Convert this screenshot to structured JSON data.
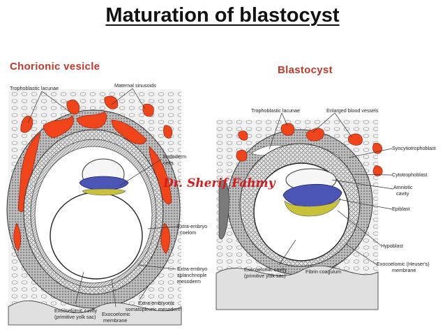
{
  "title": "Maturation of blastocyst",
  "left_panel": {
    "heading": "Chorionic vesicle",
    "labels": {
      "trophoblastic_lacunae": "Trophoblastic lacunae",
      "maternal_sinusoids": "Maternal sinusoids",
      "endoderm_cells_1": "Endoderm",
      "endoderm_cells_2": "cells",
      "extra_embryonic_coelom_1": "Extra-embryo",
      "extra_embryonic_coelom_2": "coelom",
      "extra_embryonic_splanchnopleuric_1": "Extra-embryo",
      "extra_embryonic_splanchnopleuric_2": "splanchnople",
      "extra_embryonic_splanchnopleuric_3": "mesoderm",
      "exocoelomic_cavity_1": "Exocoelomic cavity",
      "exocoelomic_cavity_2": "(primitive yolk sac)",
      "exocoelomic_membrane_1": "Exocoelomic",
      "exocoelomic_membrane_2": "membrane",
      "somatopleuric_1": "Extra-embryonic",
      "somatopleuric_2": "somatopleuric mesoderm"
    }
  },
  "right_panel": {
    "heading": "Blastocyst",
    "labels": {
      "trophoblastic_lacunae": "Trophoblastic lacunae",
      "enlarged_blood_vessels": "Enlarged blood vessels",
      "syncytiotrophoblast": "Syncytiotrophoblast",
      "cytotrophoblast": "Cytotrophoblast",
      "amniotic_cavity_1": "Amniotic",
      "amniotic_cavity_2": "cavity",
      "epiblast": "Epiblast",
      "hypoblast": "Hypoblast",
      "exocoelomic_membrane_1": "Exocoelomic (Heuser's)",
      "exocoelomic_membrane_2": "membrane",
      "exocoelomic_cavity_1": "Exocoelomic cavity",
      "exocoelomic_cavity_2": "(primitive yolk sac)",
      "fibrin_coagulum": "Fibrin coagulum"
    }
  },
  "watermark": "Dr. Sherif Fahmy",
  "colors": {
    "title": "#111111",
    "heading": "#c0392b",
    "lacunae_red": "#f0441a",
    "epiblast_blue": "#4a55b5",
    "hypoblast_yellow": "#c8c23a",
    "watermark": "#d81b1b"
  }
}
